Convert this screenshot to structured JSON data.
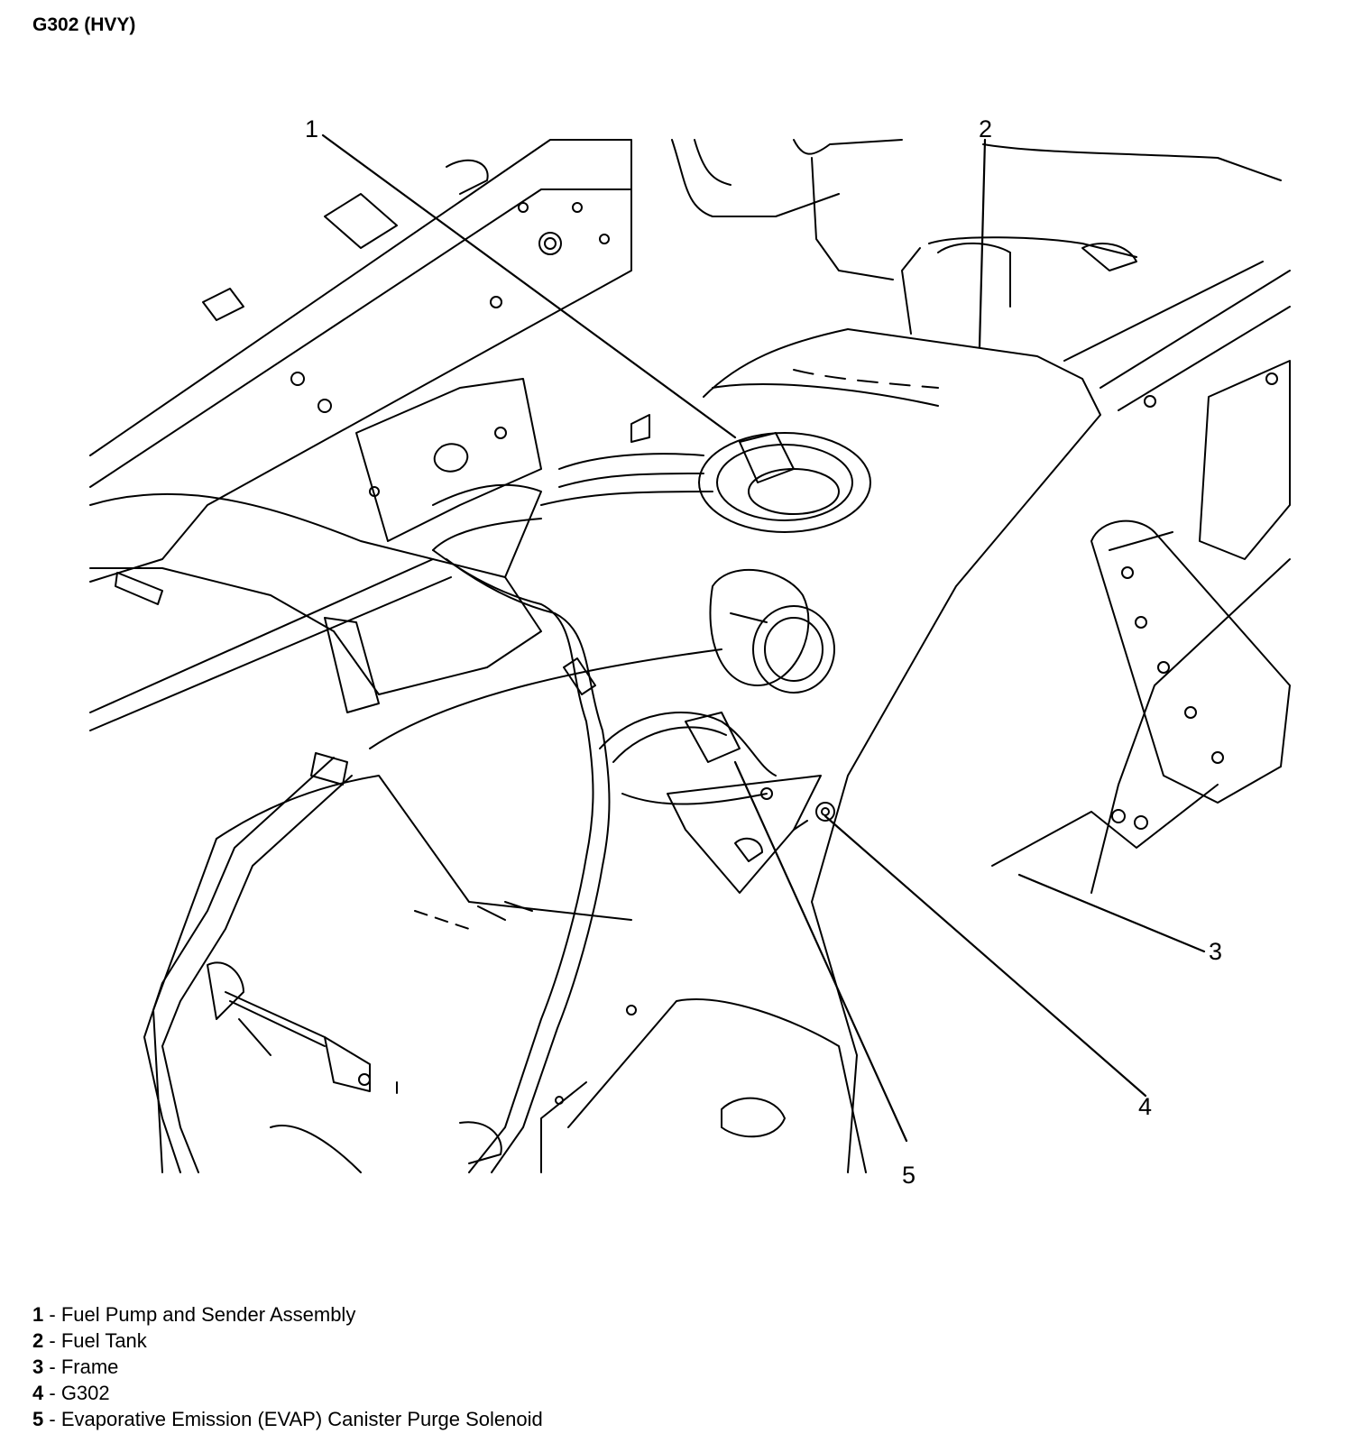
{
  "title": "G302 (HVY)",
  "callouts": [
    "1",
    "2",
    "3",
    "4",
    "5"
  ],
  "legend": [
    {
      "num": "1",
      "sep": " - ",
      "label": "Fuel Pump and Sender Assembly"
    },
    {
      "num": "2",
      "sep": " - ",
      "label": "Fuel Tank"
    },
    {
      "num": "3",
      "sep": " - ",
      "label": "Frame"
    },
    {
      "num": "4",
      "sep": " - ",
      "label": "G302"
    },
    {
      "num": "5",
      "sep": " - ",
      "label": "Evaporative Emission (EVAP) Canister Purge Solenoid"
    }
  ]
}
